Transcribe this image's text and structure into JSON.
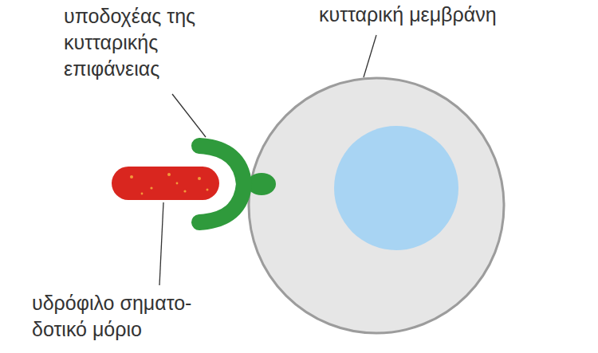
{
  "diagram": {
    "labels": [
      "υποδοχέας της κυτταρικής επιφάνειας",
      "κυτταρική μεμβράνη",
      "υδρόφιλο σηματο- δοτικό μόριο"
    ]
  }
}
